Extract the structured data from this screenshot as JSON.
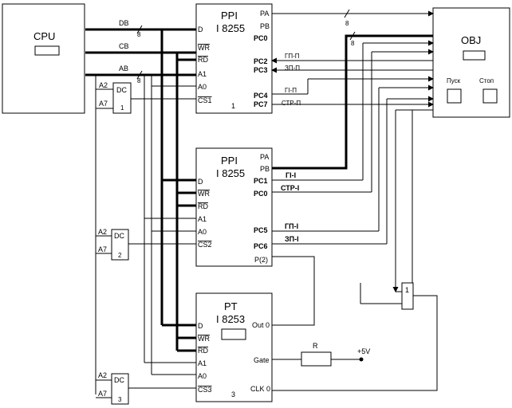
{
  "cpu": {
    "label": "CPU"
  },
  "obj": {
    "label": "OBJ",
    "start_label": "Пуск",
    "stop_label": "Стоп"
  },
  "bus": {
    "db": "DB",
    "cb": "CB",
    "ab": "AB",
    "width": "8"
  },
  "ppi1": {
    "title": "PPI",
    "chip": "I 8255",
    "number": "1",
    "left_pins": [
      "D",
      "WR",
      "RD",
      "A1",
      "A0",
      "CS1"
    ],
    "right_pins": [
      "PA",
      "PB",
      "PC0",
      "PC2",
      "PC3",
      "PC4",
      "PC7"
    ],
    "signals": [
      "ГП-П",
      "ЗП-П",
      "ГI-П",
      "СТР-П"
    ]
  },
  "ppi2": {
    "title": "PPI",
    "chip": "I 8255",
    "left_pins": [
      "D",
      "WR",
      "RD",
      "A1",
      "A0",
      "CS2"
    ],
    "right_pins": [
      "PA",
      "PB",
      "PC1",
      "PC0",
      "PC5",
      "PC6",
      "P(2)"
    ],
    "signals": [
      "ГI-I",
      "СТР-I",
      "ГП-I",
      "ЗП-I"
    ]
  },
  "pt": {
    "title": "PT",
    "chip": "I 8253",
    "number": "3",
    "left_pins": [
      "D",
      "WR",
      "RD",
      "A1",
      "A0",
      "CS3"
    ],
    "right_pins": [
      "Out 0",
      "Gate",
      "CLK 0"
    ]
  },
  "decoders": [
    {
      "label": "DC",
      "in1": "A2",
      "in2": "A7",
      "number": "1"
    },
    {
      "label": "DC",
      "in1": "A2",
      "in2": "A7",
      "number": "2"
    },
    {
      "label": "DC",
      "in1": "A2",
      "in2": "A7",
      "number": "3"
    }
  ],
  "or_gate": {
    "label": "1"
  },
  "resistor": {
    "label": "R"
  },
  "supply": {
    "label": "+5V"
  },
  "obj_bus_width": "8"
}
